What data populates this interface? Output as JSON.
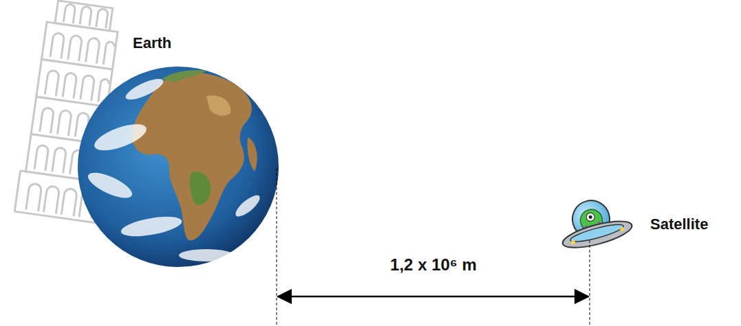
{
  "diagram": {
    "labels": [
      "Earth",
      "Satellite",
      "1,2 x 10⁶ m"
    ]
  }
}
